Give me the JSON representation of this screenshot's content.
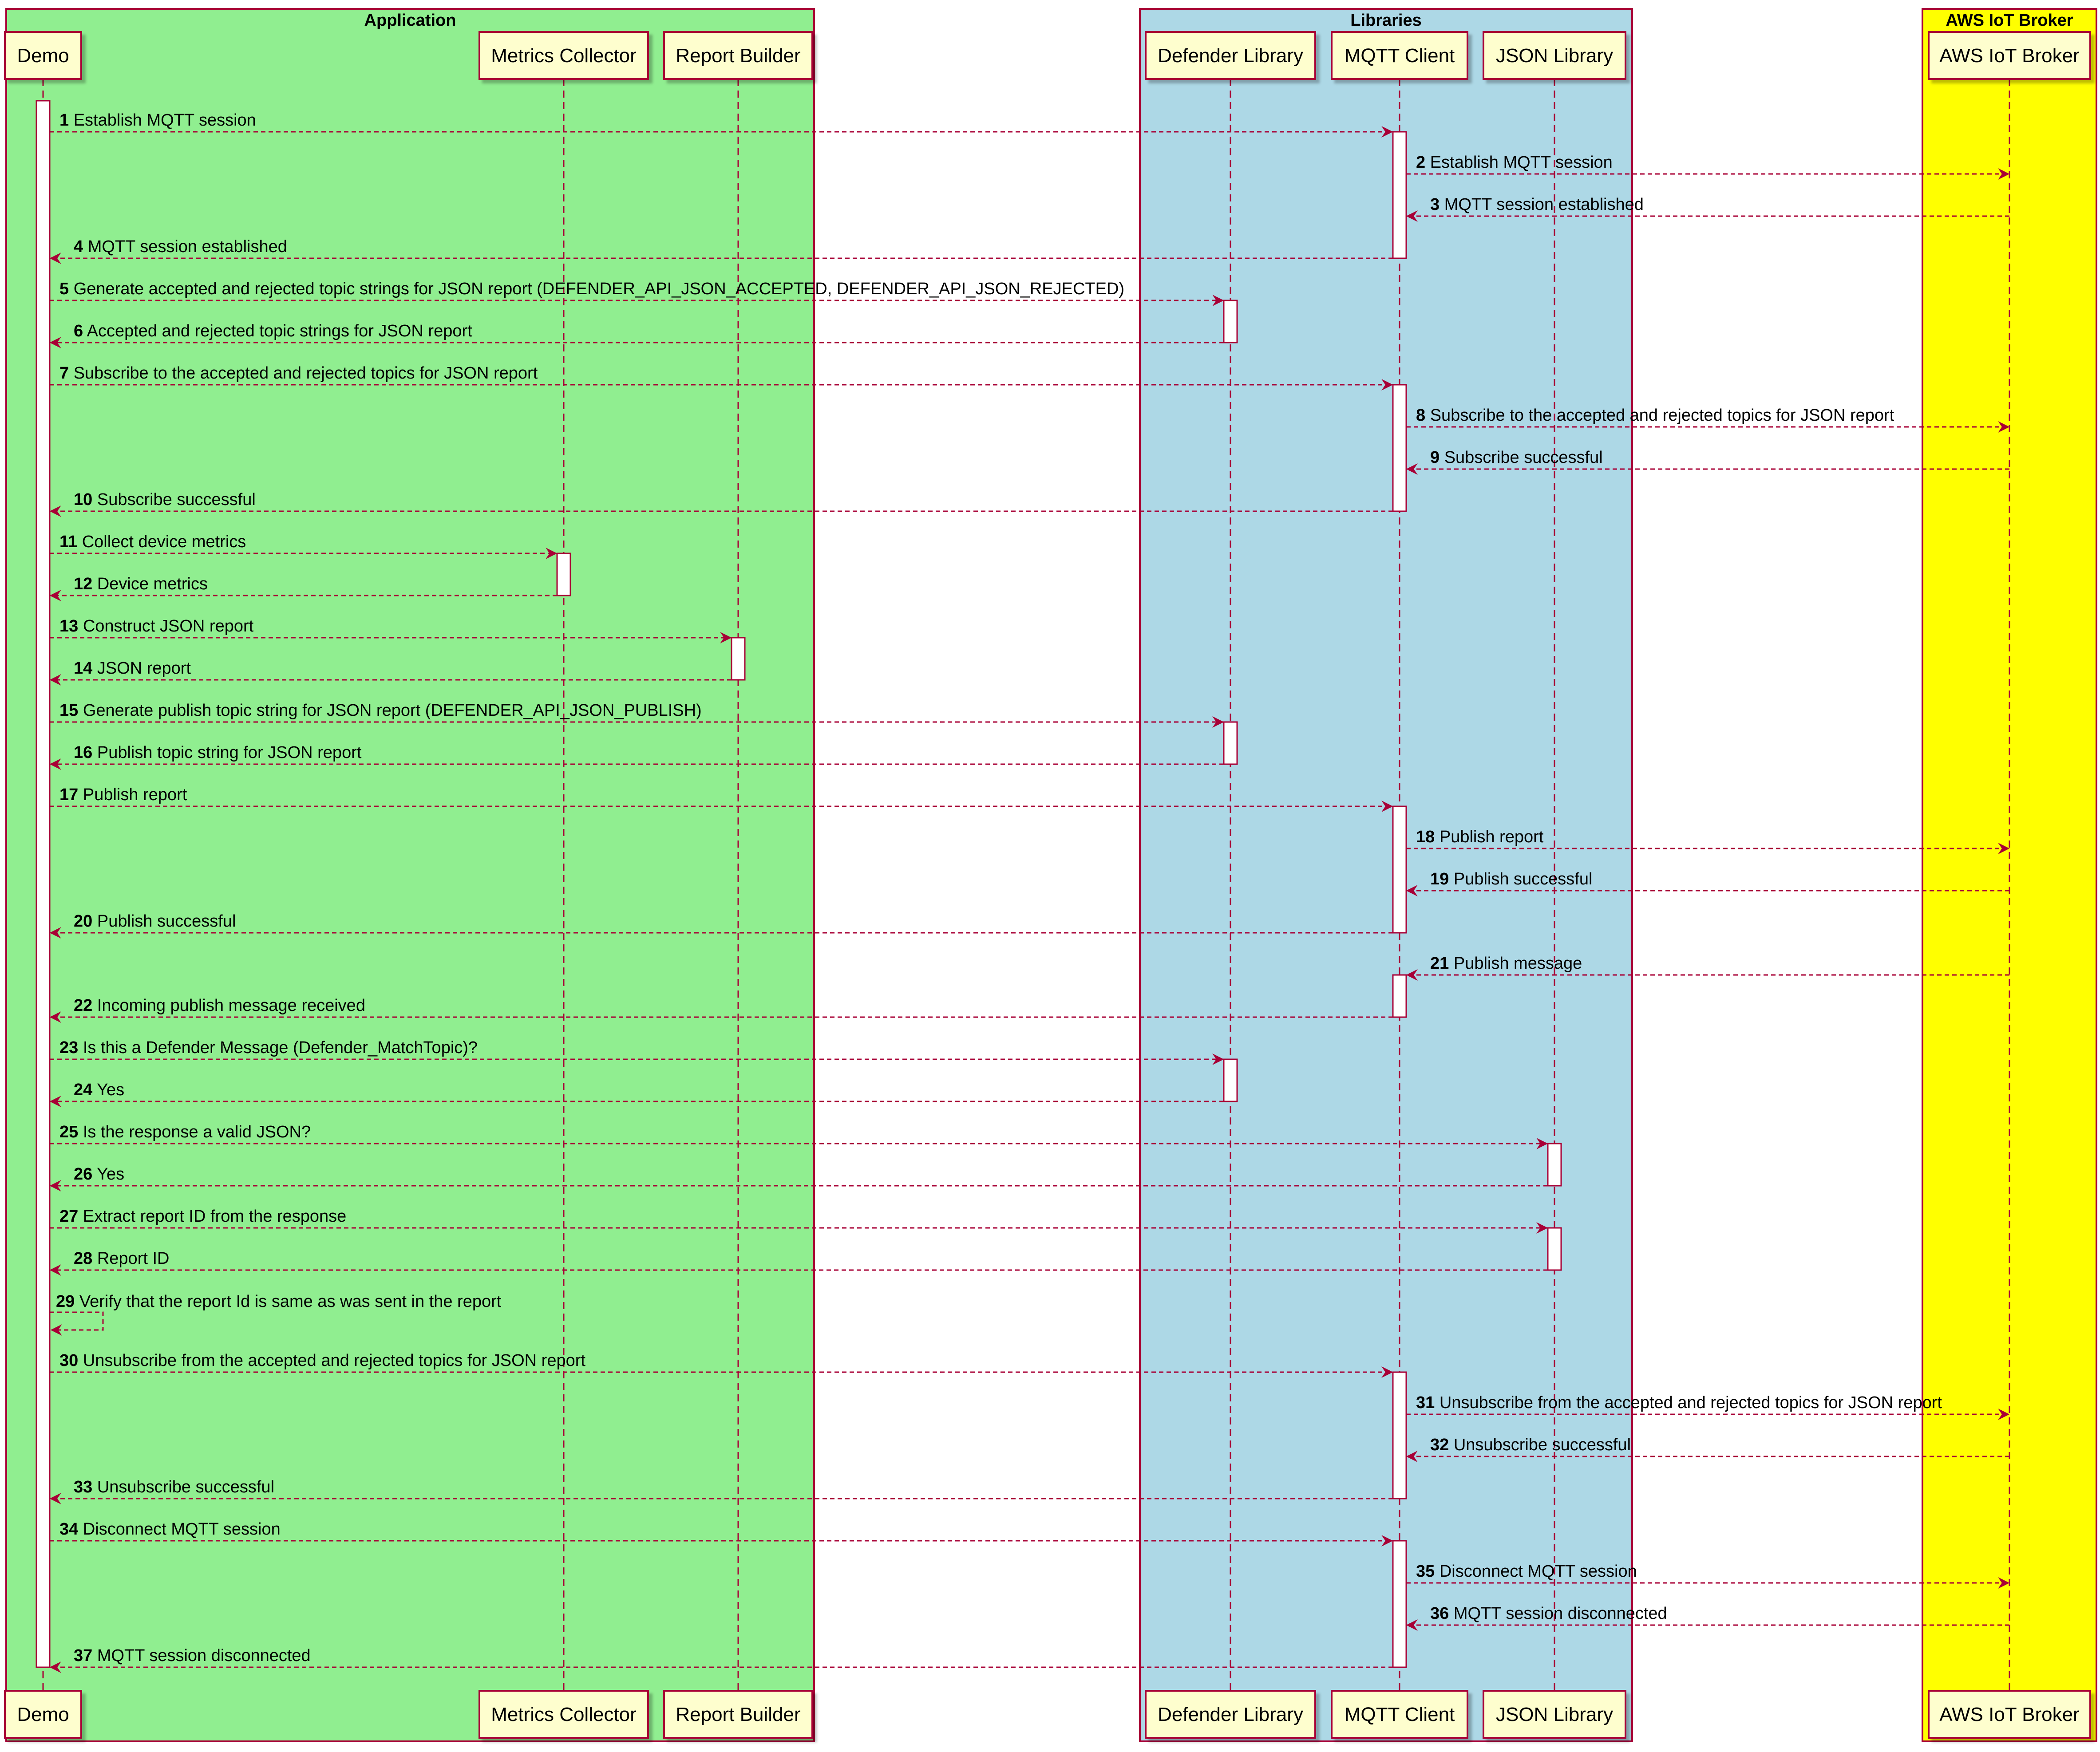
{
  "groups": [
    {
      "id": "application",
      "title": "Application",
      "color": "#90EE90"
    },
    {
      "id": "libraries",
      "title": "Libraries",
      "color": "#ADD8E6"
    },
    {
      "id": "aws",
      "title": "AWS IoT Broker",
      "color": "#FFFF00"
    }
  ],
  "participants": [
    {
      "id": "demo",
      "label": "Demo",
      "group": "application"
    },
    {
      "id": "metrics",
      "label": "Metrics Collector",
      "group": "application"
    },
    {
      "id": "report",
      "label": "Report Builder",
      "group": "application"
    },
    {
      "id": "defender",
      "label": "Defender Library",
      "group": "libraries"
    },
    {
      "id": "mqtt",
      "label": "MQTT Client",
      "group": "libraries"
    },
    {
      "id": "json",
      "label": "JSON Library",
      "group": "libraries"
    },
    {
      "id": "broker",
      "label": "AWS IoT Broker",
      "group": "aws"
    }
  ],
  "messages": [
    {
      "n": "1",
      "from": "demo",
      "to": "mqtt",
      "text": "Establish MQTT session"
    },
    {
      "n": "2",
      "from": "mqtt",
      "to": "broker",
      "text": "Establish MQTT session"
    },
    {
      "n": "3",
      "from": "broker",
      "to": "mqtt",
      "text": "MQTT session established"
    },
    {
      "n": "4",
      "from": "mqtt",
      "to": "demo",
      "text": "MQTT session established"
    },
    {
      "n": "5",
      "from": "demo",
      "to": "defender",
      "text": "Generate accepted and rejected topic strings for JSON report (DEFENDER_API_JSON_ACCEPTED, DEFENDER_API_JSON_REJECTED)"
    },
    {
      "n": "6",
      "from": "defender",
      "to": "demo",
      "text": "Accepted and rejected topic strings for JSON report"
    },
    {
      "n": "7",
      "from": "demo",
      "to": "mqtt",
      "text": "Subscribe to the accepted and rejected topics for JSON report"
    },
    {
      "n": "8",
      "from": "mqtt",
      "to": "broker",
      "text": "Subscribe to the accepted and rejected topics for JSON report"
    },
    {
      "n": "9",
      "from": "broker",
      "to": "mqtt",
      "text": "Subscribe successful"
    },
    {
      "n": "10",
      "from": "mqtt",
      "to": "demo",
      "text": "Subscribe successful"
    },
    {
      "n": "11",
      "from": "demo",
      "to": "metrics",
      "text": "Collect device metrics"
    },
    {
      "n": "12",
      "from": "metrics",
      "to": "demo",
      "text": "Device metrics"
    },
    {
      "n": "13",
      "from": "demo",
      "to": "report",
      "text": "Construct JSON report"
    },
    {
      "n": "14",
      "from": "report",
      "to": "demo",
      "text": "JSON report"
    },
    {
      "n": "15",
      "from": "demo",
      "to": "defender",
      "text": "Generate publish topic string for JSON report (DEFENDER_API_JSON_PUBLISH)"
    },
    {
      "n": "16",
      "from": "defender",
      "to": "demo",
      "text": "Publish topic string for JSON report"
    },
    {
      "n": "17",
      "from": "demo",
      "to": "mqtt",
      "text": "Publish report"
    },
    {
      "n": "18",
      "from": "mqtt",
      "to": "broker",
      "text": "Publish report"
    },
    {
      "n": "19",
      "from": "broker",
      "to": "mqtt",
      "text": "Publish successful"
    },
    {
      "n": "20",
      "from": "mqtt",
      "to": "demo",
      "text": "Publish successful"
    },
    {
      "n": "21",
      "from": "broker",
      "to": "mqtt",
      "text": "Publish message"
    },
    {
      "n": "22",
      "from": "mqtt",
      "to": "demo",
      "text": "Incoming publish message received"
    },
    {
      "n": "23",
      "from": "demo",
      "to": "defender",
      "text": "Is this a Defender Message (Defender_MatchTopic)?"
    },
    {
      "n": "24",
      "from": "defender",
      "to": "demo",
      "text": "Yes"
    },
    {
      "n": "25",
      "from": "demo",
      "to": "json",
      "text": "Is the response a valid JSON?"
    },
    {
      "n": "26",
      "from": "json",
      "to": "demo",
      "text": "Yes"
    },
    {
      "n": "27",
      "from": "demo",
      "to": "json",
      "text": "Extract report ID from the response"
    },
    {
      "n": "28",
      "from": "json",
      "to": "demo",
      "text": "Report ID"
    },
    {
      "n": "29",
      "from": "demo",
      "to": "demo",
      "text": "Verify that the report Id is same as was sent in the report"
    },
    {
      "n": "30",
      "from": "demo",
      "to": "mqtt",
      "text": "Unsubscribe from the accepted and rejected topics for JSON report"
    },
    {
      "n": "31",
      "from": "mqtt",
      "to": "broker",
      "text": "Unsubscribe from the accepted and rejected topics for JSON report"
    },
    {
      "n": "32",
      "from": "broker",
      "to": "mqtt",
      "text": "Unsubscribe successful"
    },
    {
      "n": "33",
      "from": "mqtt",
      "to": "demo",
      "text": "Unsubscribe successful"
    },
    {
      "n": "34",
      "from": "demo",
      "to": "mqtt",
      "text": "Disconnect MQTT session"
    },
    {
      "n": "35",
      "from": "mqtt",
      "to": "broker",
      "text": "Disconnect MQTT session"
    },
    {
      "n": "36",
      "from": "broker",
      "to": "mqtt",
      "text": "MQTT session disconnected"
    },
    {
      "n": "37",
      "from": "mqtt",
      "to": "demo",
      "text": "MQTT session disconnected"
    }
  ],
  "activations": [
    {
      "on": "demo",
      "from_msg": "1",
      "to_msg": "37"
    },
    {
      "on": "mqtt",
      "from_msg": "1",
      "to_msg": "4"
    },
    {
      "on": "defender",
      "from_msg": "5",
      "to_msg": "6"
    },
    {
      "on": "mqtt",
      "from_msg": "7",
      "to_msg": "10"
    },
    {
      "on": "metrics",
      "from_msg": "11",
      "to_msg": "12"
    },
    {
      "on": "report",
      "from_msg": "13",
      "to_msg": "14"
    },
    {
      "on": "defender",
      "from_msg": "15",
      "to_msg": "16"
    },
    {
      "on": "mqtt",
      "from_msg": "17",
      "to_msg": "20"
    },
    {
      "on": "mqtt",
      "from_msg": "21",
      "to_msg": "22"
    },
    {
      "on": "defender",
      "from_msg": "23",
      "to_msg": "24"
    },
    {
      "on": "json",
      "from_msg": "25",
      "to_msg": "26"
    },
    {
      "on": "json",
      "from_msg": "27",
      "to_msg": "28"
    },
    {
      "on": "mqtt",
      "from_msg": "30",
      "to_msg": "33"
    },
    {
      "on": "mqtt",
      "from_msg": "34",
      "to_msg": "37"
    }
  ],
  "colors": {
    "line": "#A80036",
    "participant_fill": "#FEFECE",
    "activation_fill": "#FFFFFF",
    "text": "#000000"
  }
}
